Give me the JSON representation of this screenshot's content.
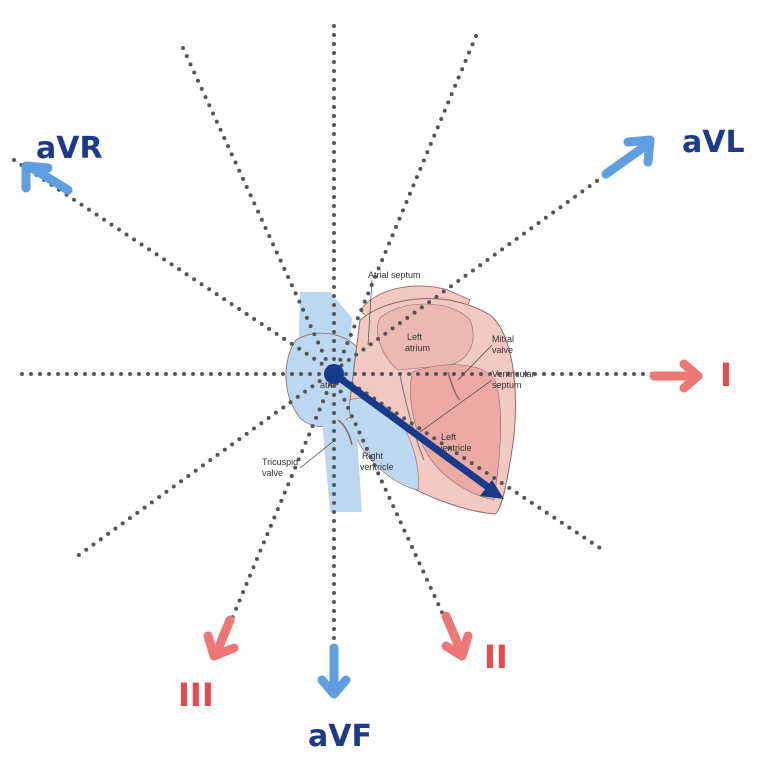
{
  "colors": {
    "limb_lead": "#e9464e",
    "limb_arrow": "#f07575",
    "augmented_lead": "#1d3a8a",
    "augmented_arrow": "#5f9ee0",
    "axis_arrow": "#163a8c",
    "dotted_line": "#555555",
    "heart_pink": "#f4c9c2",
    "heart_muscle": "#ecaaa4",
    "heart_blue": "#bcd8f0",
    "heart_outline": "#8a6a66"
  },
  "leads": {
    "avr": "aVR",
    "avl": "aVL",
    "i": "I",
    "ii": "II",
    "iii": "III",
    "avf": "aVF"
  },
  "heart_labels": {
    "atrial_septum": "Atrial septum",
    "left_atrium_1": "Left",
    "left_atrium_2": "atrium",
    "mitral_1": "Mitral",
    "mitral_2": "valve",
    "ventricular_1": "Ventricular",
    "ventricular_2": "septum",
    "left_ventricle_1": "Left",
    "left_ventricle_2": "ventricle",
    "right_ventricle_1": "Right",
    "right_ventricle_2": "ventricle",
    "tricuspid_1": "Tricuspid",
    "tricuspid_2": "valve",
    "right_atrium": "atri"
  }
}
